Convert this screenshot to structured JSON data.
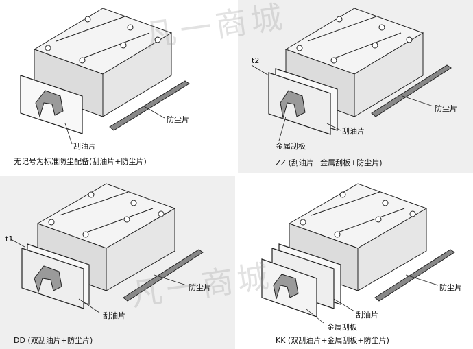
{
  "watermark": {
    "text": "凡一商城"
  },
  "panels": [
    {
      "caption": "无记号为标准防尘配备(刮油片+防尘片)",
      "labels": {
        "dust_seal": "防尘片",
        "oil_scraper": "刮油片"
      }
    },
    {
      "caption": "ZZ (刮油片+金属刮板+防尘片)",
      "labels": {
        "dust_seal": "防尘片",
        "oil_scraper": "刮油片",
        "metal_scraper": "金属刮板",
        "thickness": "t2"
      }
    },
    {
      "caption": "DD (双刮油片+防尘片)",
      "labels": {
        "dust_seal": "防尘片",
        "oil_scraper": "刮油片",
        "thickness": "t1"
      }
    },
    {
      "caption": "KK (双刮油片+金属刮板+防尘片)",
      "labels": {
        "dust_seal": "防尘片",
        "oil_scraper": "刮油片",
        "metal_scraper": "金属刮板"
      }
    }
  ]
}
